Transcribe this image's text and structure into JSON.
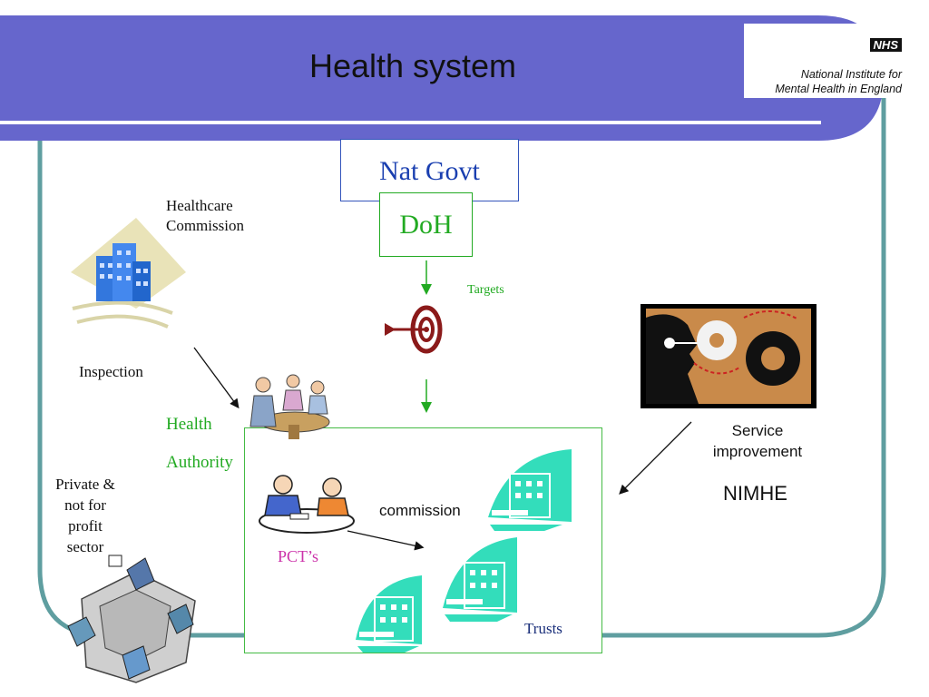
{
  "slide": {
    "title": "Health system",
    "logo": {
      "badge": "NHS",
      "org_line1": "National Institute for",
      "org_line2": "Mental Health in England"
    }
  },
  "nodes": {
    "nat_govt": "Nat Govt",
    "doh": "DoH",
    "targets": "Targets",
    "healthcare_commission_1": "Healthcare",
    "healthcare_commission_2": "Commission",
    "inspection": "Inspection",
    "health": "Health",
    "authority": "Authority",
    "private_1": "Private &",
    "private_2": "not for",
    "private_3": "profit",
    "private_4": "sector",
    "commission": "commission",
    "pcts": "PCT’s",
    "trusts": "Trusts",
    "service_1": "Service",
    "service_2": "improvement",
    "nimhe": "NIMHE"
  },
  "colors": {
    "header_band": "#6666cc",
    "frame": "#5f9ea0",
    "nat_govt": "#1a3fb0",
    "doh": "#22aa22",
    "pcts": "#cc33aa",
    "trusts_icon": "#33ddbb"
  },
  "icons": [
    "building-icon",
    "target-icon",
    "meeting-people-icon",
    "gears-head-icon",
    "pct-meeting-icon",
    "trust-building-icon",
    "puzzle-people-icon"
  ]
}
